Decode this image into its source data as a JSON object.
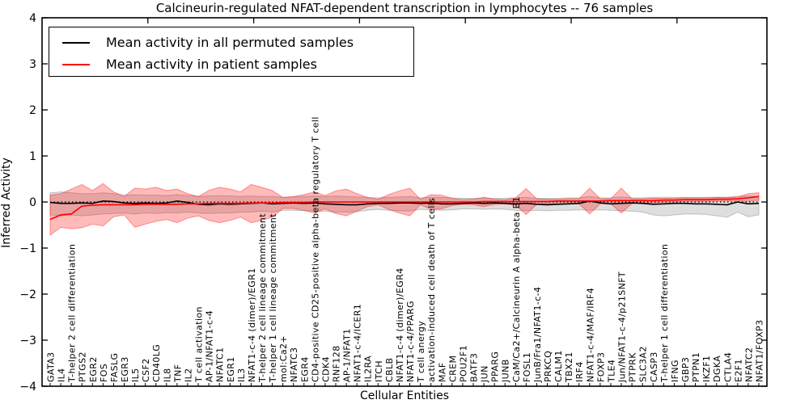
{
  "title": "Calcineurin-regulated NFAT-dependent transcription in lymphocytes -- 76 samples",
  "legend": {
    "entries": [
      {
        "label": "Mean activity in all permuted samples",
        "color": "#000000"
      },
      {
        "label": "Mean activity in patient samples",
        "color": "#ff0000"
      }
    ]
  },
  "axes": {
    "xlabel": "Cellular Entities",
    "ylabel": "Inferred Activity"
  },
  "chart_data": {
    "type": "line",
    "title": "Calcineurin-regulated NFAT-dependent transcription in lymphocytes -- 76 samples",
    "xlabel": "Cellular Entities",
    "ylabel": "Inferred Activity",
    "ylim": [
      -4,
      4
    ],
    "yticks": [
      -4,
      -3,
      -2,
      -1,
      0,
      1,
      2,
      3,
      4
    ],
    "grid": false,
    "legend_position": "upper left",
    "baseline": {
      "y": 0,
      "style": "dotted",
      "color": "#000000"
    },
    "categories": [
      "GATA3",
      "IL4",
      "T-helper 2 cell differentiation",
      "PTGS2",
      "EGR2",
      "FOS",
      "FASLG",
      "EGR3",
      "IL5",
      "CSF2",
      "CD40LG",
      "IL8",
      "TNF",
      "IL2",
      "T cell activation",
      "AP-1/NFAT1-c-4",
      "NFATC1",
      "EGR1",
      "IL3",
      "NFAT1-c-4 (dimer)/EGR1",
      "T-helper 2 cell lineage commitment",
      "T-helper 1 cell lineage commitment",
      "mol:Ca2+",
      "NFATC3",
      "EGR4",
      "CD4-positive CD25-positive alpha-beta regulatory T cell",
      "CDK4",
      "RNF128",
      "AP-1/NFAT1",
      "NFAT1-c-4/ICER1",
      "IL2RA",
      "ITCH",
      "CBLB",
      "NFAT1-c-4 (dimer)/EGR4",
      "NFAT1-c-4/PPARG",
      "T cell anergy",
      "activation-induced cell death of T cells",
      "MAF",
      "CREM",
      "POU2F1",
      "BATF3",
      "JUN",
      "PPARG",
      "JUNB",
      "CaM/Ca2+/Calcineurin A alpha-beta B1",
      "FOSL1",
      "JunB/Fra1/NFAT1-c-4",
      "PRKCQ",
      "CALM1",
      "TBX21",
      "IRF4",
      "NFAT1-c-4/MAF/IRF4",
      "FOXP3",
      "TLE4",
      "Jun/NFAT1-c-4/p21SNFT",
      "PTPRK",
      "SLC3A2",
      "CASP3",
      "T-helper 1 cell differentiation",
      "IFNG",
      "GBP3",
      "PTPN1",
      "IKZF1",
      "DGKA",
      "CTLA4",
      "E2F1",
      "NFATC2",
      "NFAT1/FOXP3"
    ],
    "series": [
      {
        "name": "Mean activity in all permuted samples",
        "color": "#000000",
        "band_fill": "rgba(0,0,0,0.13)",
        "band_edge": "rgba(0,0,0,0.20)",
        "values": [
          -0.01,
          -0.03,
          -0.03,
          -0.02,
          -0.03,
          0.02,
          0.01,
          -0.02,
          -0.03,
          -0.02,
          -0.03,
          -0.02,
          0.02,
          -0.01,
          -0.05,
          -0.06,
          -0.04,
          -0.05,
          -0.04,
          -0.03,
          -0.02,
          -0.04,
          -0.03,
          -0.02,
          -0.03,
          -0.02,
          -0.04,
          -0.05,
          -0.06,
          -0.06,
          -0.04,
          -0.03,
          -0.03,
          -0.02,
          -0.02,
          -0.03,
          -0.02,
          -0.04,
          -0.04,
          -0.03,
          -0.02,
          -0.03,
          -0.02,
          -0.03,
          -0.04,
          -0.03,
          -0.05,
          -0.06,
          -0.05,
          -0.04,
          -0.03,
          0.02,
          -0.02,
          -0.04,
          -0.03,
          -0.02,
          -0.03,
          -0.05,
          -0.04,
          -0.03,
          -0.03,
          -0.04,
          -0.04,
          -0.05,
          -0.06,
          0,
          -0.04,
          -0.03
        ],
        "band_upper": [
          0.2,
          0.22,
          0.2,
          0.18,
          0.18,
          0.2,
          0.18,
          0.15,
          0.16,
          0.15,
          0.15,
          0.14,
          0.16,
          0.14,
          0.12,
          0.13,
          0.14,
          0.13,
          0.12,
          0.13,
          0.12,
          0.12,
          0.1,
          0.11,
          0.12,
          0.13,
          0.12,
          0.13,
          0.12,
          0.11,
          0.1,
          0.09,
          0.1,
          0.11,
          0.12,
          0.09,
          0.1,
          0.1,
          0.09,
          0.08,
          0.08,
          0.09,
          0.08,
          0.08,
          0.09,
          0.1,
          0.08,
          0.08,
          0.08,
          0.09,
          0.09,
          0.12,
          0.09,
          0.09,
          0.11,
          0.09,
          0.09,
          0.1,
          0.1,
          0.1,
          0.1,
          0.1,
          0.1,
          0.1,
          0.1,
          0.12,
          0.13,
          0.12
        ],
        "band_lower": [
          -0.28,
          -0.3,
          -0.28,
          -0.3,
          -0.28,
          -0.26,
          -0.25,
          -0.24,
          -0.26,
          -0.24,
          -0.25,
          -0.23,
          -0.24,
          -0.22,
          -0.24,
          -0.25,
          -0.24,
          -0.24,
          -0.22,
          -0.22,
          -0.2,
          -0.22,
          -0.18,
          -0.18,
          -0.19,
          -0.2,
          -0.2,
          -0.22,
          -0.22,
          -0.21,
          -0.18,
          -0.16,
          -0.18,
          -0.19,
          -0.2,
          -0.16,
          -0.17,
          -0.18,
          -0.17,
          -0.15,
          -0.15,
          -0.16,
          -0.15,
          -0.16,
          -0.18,
          -0.19,
          -0.18,
          -0.19,
          -0.18,
          -0.18,
          -0.17,
          -0.18,
          -0.17,
          -0.18,
          -0.19,
          -0.2,
          -0.22,
          -0.28,
          -0.3,
          -0.28,
          -0.26,
          -0.26,
          -0.27,
          -0.3,
          -0.33,
          -0.22,
          -0.32,
          -0.28
        ]
      },
      {
        "name": "Mean activity in patient samples",
        "color": "#ff0000",
        "band_fill": "rgba(255,0,0,0.27)",
        "band_edge": "rgba(255,0,0,0.38)",
        "values": [
          -0.38,
          -0.28,
          -0.26,
          -0.09,
          -0.07,
          -0.06,
          -0.06,
          -0.06,
          -0.06,
          -0.05,
          -0.05,
          -0.05,
          -0.05,
          -0.04,
          -0.04,
          -0.03,
          -0.03,
          -0.03,
          -0.03,
          -0.02,
          -0.02,
          -0.02,
          -0.01,
          -0.01,
          -0.01,
          0,
          0,
          0,
          0,
          0,
          0,
          0,
          0,
          0,
          0,
          0,
          0,
          0,
          0,
          0,
          0,
          0.01,
          0.01,
          0.01,
          0.01,
          0.01,
          0.01,
          0.01,
          0.02,
          0.02,
          0.02,
          0.02,
          0.02,
          0.03,
          0.03,
          0.03,
          0.03,
          0.03,
          0.04,
          0.04,
          0.05,
          0.05,
          0.05,
          0.06,
          0.06,
          0.07,
          0.09,
          0.12
        ],
        "band_upper": [
          0.15,
          0.18,
          0.28,
          0.38,
          0.25,
          0.4,
          0.22,
          0.12,
          0.3,
          0.28,
          0.32,
          0.25,
          0.28,
          0.18,
          0.12,
          0.25,
          0.32,
          0.28,
          0.22,
          0.38,
          0.32,
          0.25,
          0.1,
          0.12,
          0.16,
          0.22,
          0.14,
          0.24,
          0.28,
          0.18,
          0.1,
          0.06,
          0.16,
          0.24,
          0.3,
          0.06,
          0.16,
          0.15,
          0.08,
          0.05,
          0.06,
          0.1,
          0.06,
          0.05,
          0.09,
          0.29,
          0.07,
          0.06,
          0.06,
          0.07,
          0.07,
          0.3,
          0.07,
          0.07,
          0.3,
          0.07,
          0.07,
          0.08,
          0.08,
          0.08,
          0.09,
          0.09,
          0.09,
          0.1,
          0.1,
          0.11,
          0.18,
          0.2
        ],
        "band_lower": [
          -0.72,
          -0.55,
          -0.58,
          -0.56,
          -0.48,
          -0.52,
          -0.32,
          -0.28,
          -0.55,
          -0.48,
          -0.42,
          -0.38,
          -0.45,
          -0.35,
          -0.3,
          -0.4,
          -0.45,
          -0.4,
          -0.33,
          -0.45,
          -0.4,
          -0.33,
          -0.14,
          -0.14,
          -0.18,
          -0.24,
          -0.15,
          -0.25,
          -0.3,
          -0.2,
          -0.1,
          -0.06,
          -0.16,
          -0.24,
          -0.3,
          -0.06,
          -0.16,
          -0.15,
          -0.08,
          -0.05,
          -0.06,
          -0.1,
          -0.05,
          -0.04,
          -0.07,
          -0.27,
          -0.05,
          -0.04,
          -0.04,
          -0.04,
          -0.04,
          -0.26,
          -0.04,
          -0.04,
          -0.24,
          -0.03,
          -0.02,
          -0.02,
          0,
          0,
          0.01,
          0.01,
          0.01,
          0.02,
          0.02,
          0.03,
          0.01,
          0.04
        ]
      }
    ]
  }
}
